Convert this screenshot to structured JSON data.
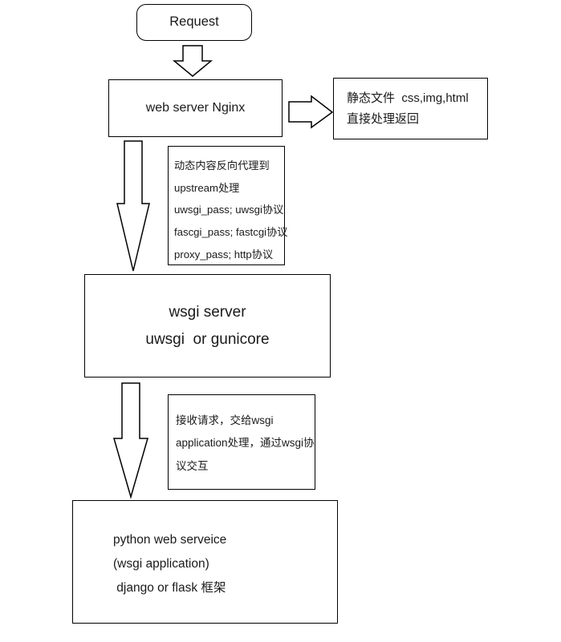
{
  "diagram": {
    "title": "Nginx uWSGI Python web request flow",
    "background_color": "#ffffff",
    "line_color": "#000000",
    "text_color": "#1a1a1a"
  },
  "nodes": {
    "request": {
      "shape": "rounded-rectangle",
      "lines": [
        "Request"
      ]
    },
    "nginx": {
      "shape": "rectangle",
      "lines": [
        "web server Nginx"
      ]
    },
    "static": {
      "shape": "rectangle",
      "lines": [
        "静态文件  css,img,html",
        "直接处理返回"
      ]
    },
    "note_proxy": {
      "shape": "rectangle",
      "lines": [
        "动态内容反向代理到",
        "upstream处理",
        "uwsgi_pass; uwsgi协议",
        "fascgi_pass; fastcgi协议",
        "proxy_pass; http协议"
      ]
    },
    "wsgi_server": {
      "shape": "rectangle",
      "lines": [
        "wsgi server",
        "uwsgi  or gunicore"
      ]
    },
    "note_wsgi_proto": {
      "shape": "rectangle",
      "lines": [
        "接收请求，交给wsgi",
        "application处理，通过wsgi协",
        "议交互"
      ]
    },
    "python_service": {
      "shape": "rectangle",
      "lines": [
        "python web serveice",
        "(wsgi application)",
        " django or flask 框架"
      ]
    }
  },
  "arrows": [
    {
      "name": "request-to-nginx",
      "direction": "down",
      "style": "hollow-block"
    },
    {
      "name": "nginx-to-static",
      "direction": "right",
      "style": "hollow-block"
    },
    {
      "name": "nginx-to-wsgi-server",
      "direction": "down",
      "style": "hollow-block-long"
    },
    {
      "name": "wsgi-server-to-python",
      "direction": "down",
      "style": "hollow-block-long"
    }
  ]
}
